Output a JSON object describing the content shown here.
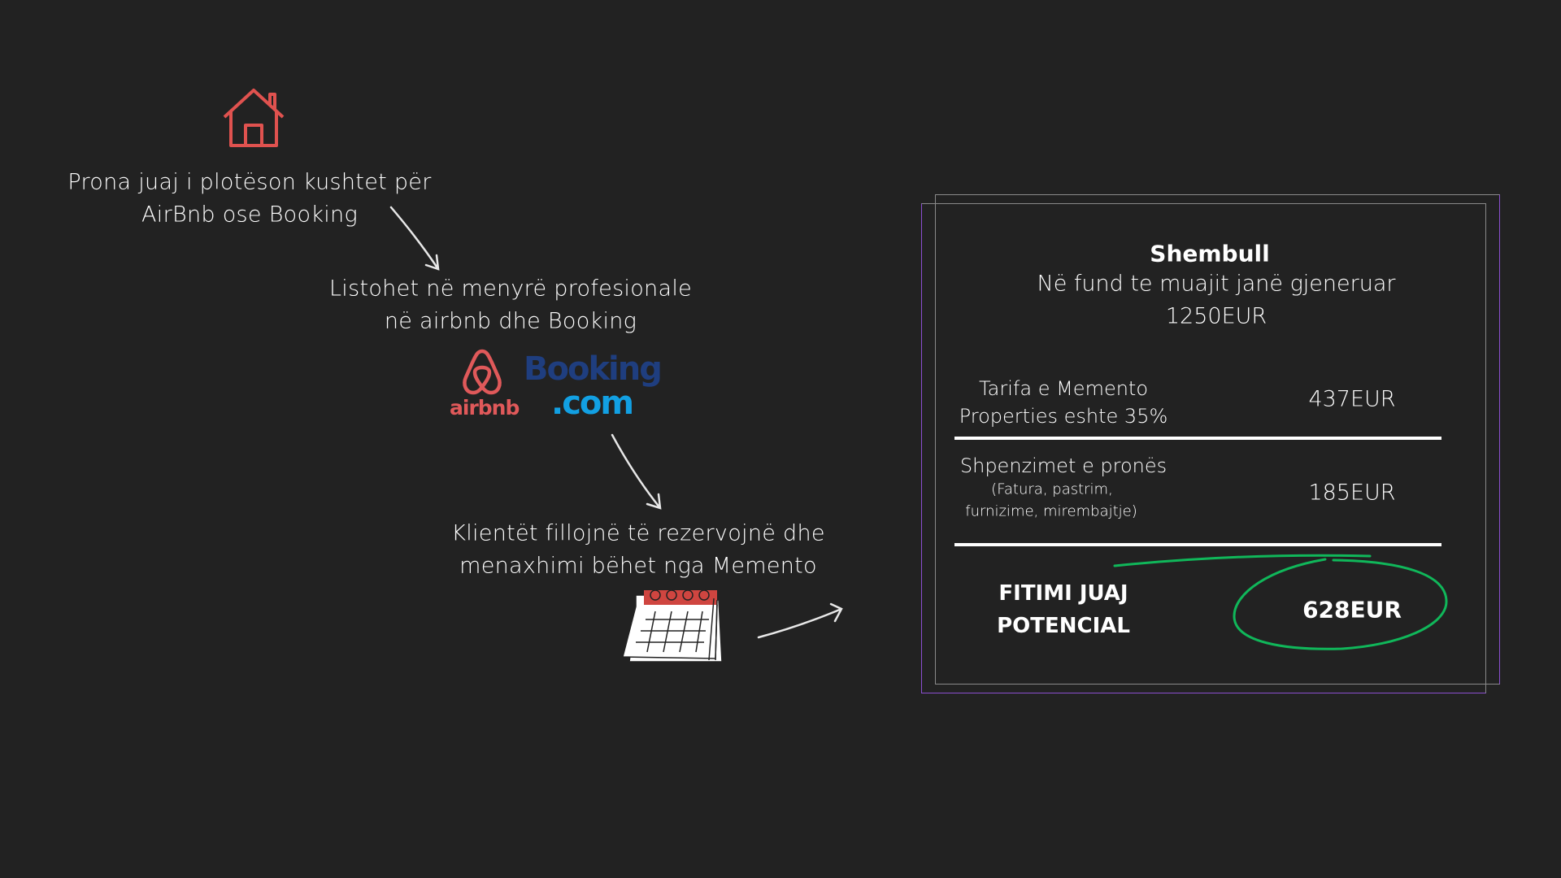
{
  "steps": [
    {
      "lines": [
        "Prona juaj i plotëson kushtet për",
        "AirBnb ose Booking"
      ]
    },
    {
      "lines": [
        "Listohet në menyrë profesionale",
        "në airbnb dhe Booking"
      ]
    },
    {
      "lines": [
        "Klientët fillojnë të rezervojnë dhe",
        "menaxhimi bëhet nga Memento"
      ]
    }
  ],
  "logos": {
    "airbnb": "airbnb",
    "booking_top": "Booking",
    "booking_bottom": ".com"
  },
  "icons": [
    "house-icon",
    "airbnb-logo",
    "booking-logo",
    "calendar-icon",
    "arrow-icon"
  ],
  "example": {
    "title": "Shembull",
    "subtitle": "Në fund te muajit janë gjeneruar",
    "total": "1250EUR",
    "rows": [
      {
        "label_lines": [
          "Tarifa e Memento",
          "Properties eshte 35%"
        ],
        "value": "437EUR"
      },
      {
        "label": "Shpenzimet e pronës",
        "note_lines": [
          "(Fatura, pastrim,",
          "furnizime, mirembajtje)"
        ],
        "value": "185EUR"
      }
    ],
    "result": {
      "label_lines": [
        "FITIMI JUAJ",
        "POTENCIAL"
      ],
      "value": "628EUR"
    }
  },
  "colors": {
    "background": "#222222",
    "house": "#e0524f",
    "airbnb": "#e0595a",
    "booking_dark": "#1f3e7f",
    "booking_light": "#12a0e3",
    "highlight": "#10b75a",
    "frame_purple": "#8b4fd0"
  }
}
